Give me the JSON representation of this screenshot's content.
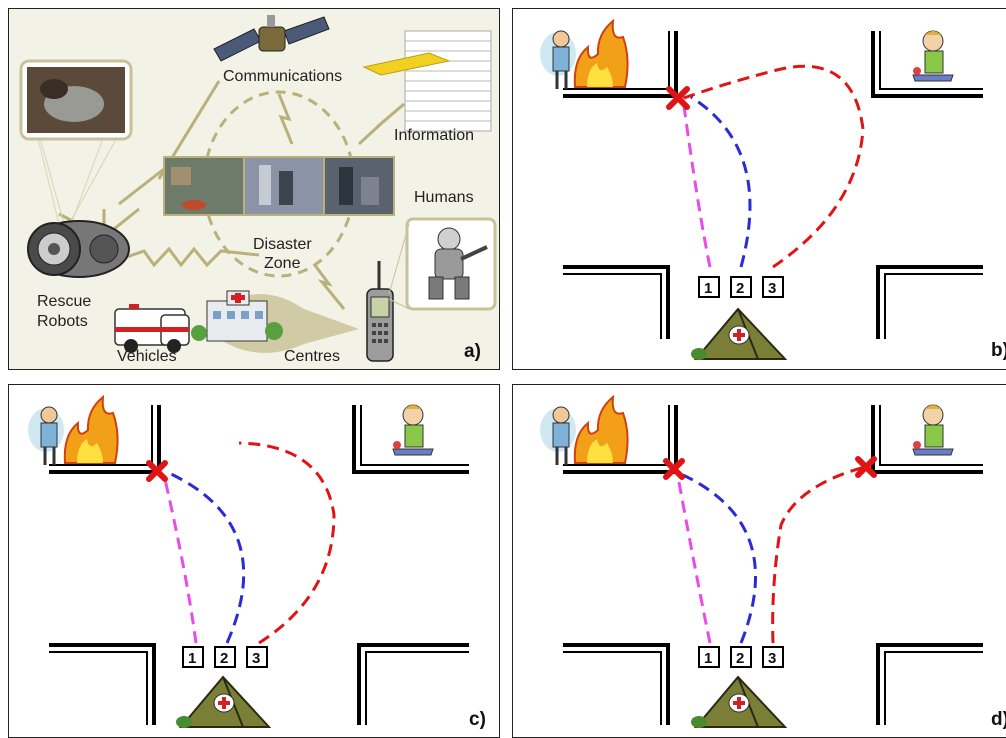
{
  "panel_a": {
    "label": "a)",
    "communications": "Communications",
    "information": "Information",
    "humans": "Humans",
    "disaster_zone_1": "Disaster",
    "disaster_zone_2": "Zone",
    "rescue_1": "Rescue",
    "rescue_2": "Robots",
    "vehicles": "Vehicles",
    "centres": "Centres"
  },
  "panel_b": {
    "label": "b)",
    "boxes": [
      "1",
      "2",
      "3"
    ]
  },
  "panel_c": {
    "label": "c)",
    "boxes": [
      "1",
      "2",
      "3"
    ]
  },
  "panel_d": {
    "label": "d)",
    "boxes": [
      "1",
      "2",
      "3"
    ]
  },
  "colors": {
    "path_1": "#e84ce8",
    "path_2": "#2a2ad8",
    "path_3": "#e01414",
    "marker": "#e01414"
  }
}
